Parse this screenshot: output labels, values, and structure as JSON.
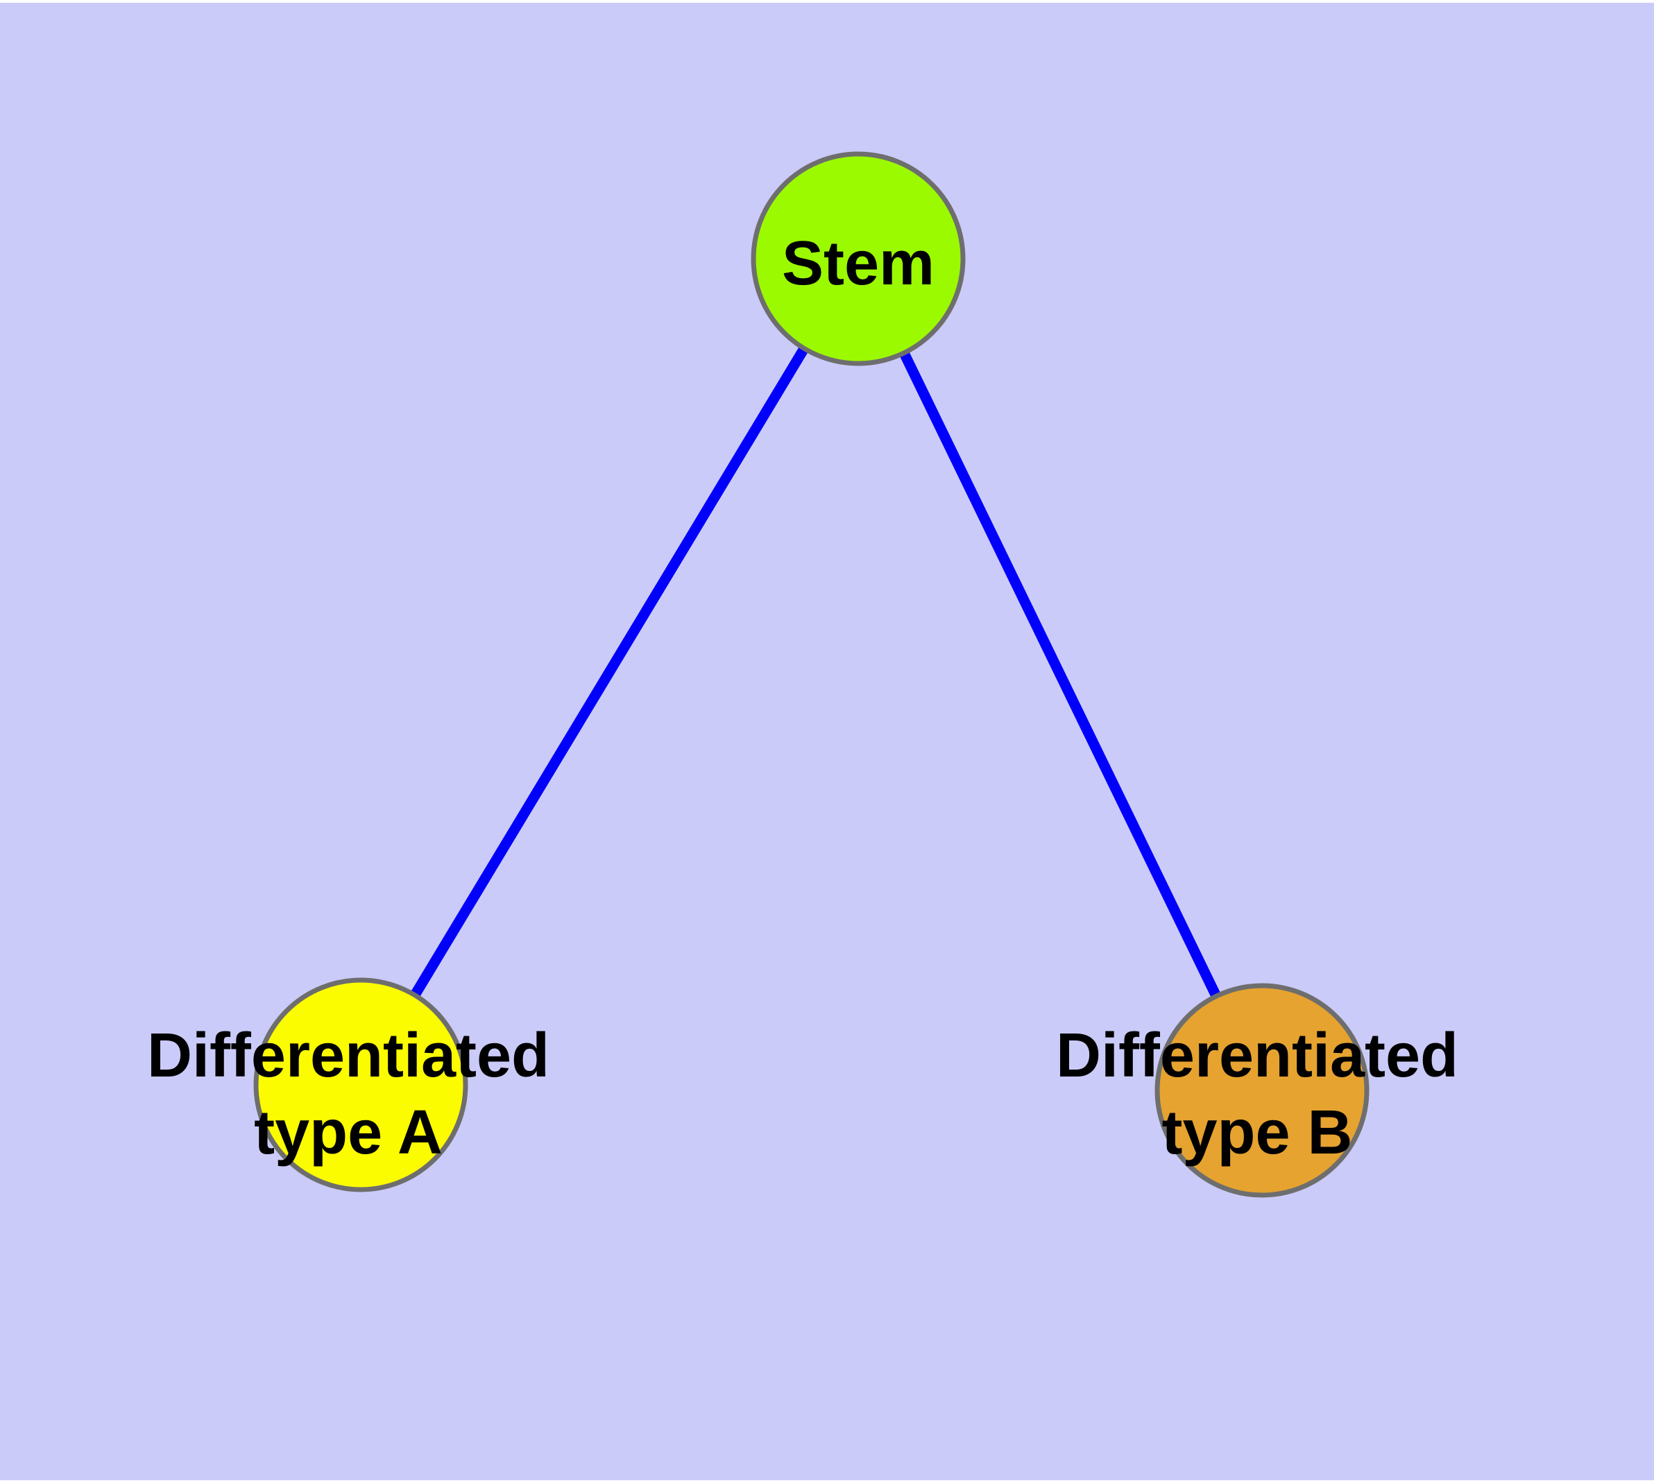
{
  "diagram": {
    "background_color": "#CBCBF9",
    "margin_color": "#FFFFFF",
    "edge_color": "#0000FB",
    "node_border_color": "#6E6E6E",
    "label_color": "#000000",
    "nodes": {
      "stem": {
        "label": "Stem",
        "fill": "#9BFA00"
      },
      "type_a": {
        "label_line1": "Differentiated",
        "label_line2": "type A",
        "fill": "#FCFC00"
      },
      "type_b": {
        "label_line1": "Differentiated",
        "label_line2": "type B",
        "fill": "#E6A330"
      }
    },
    "edges": [
      {
        "from": "Stem",
        "to": "Differentiated type A"
      },
      {
        "from": "Stem",
        "to": "Differentiated type B"
      }
    ]
  }
}
